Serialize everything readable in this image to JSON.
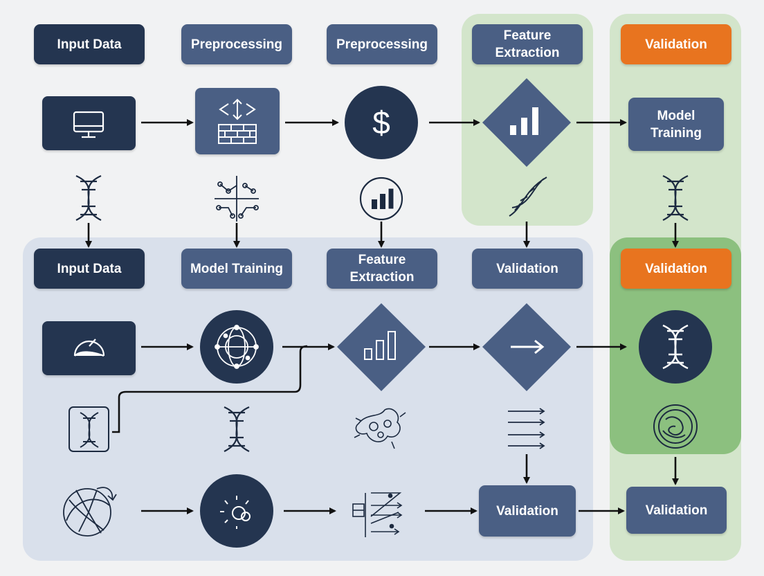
{
  "colors": {
    "navy": "#243550",
    "slate": "#4a5f84",
    "orange": "#e8741f",
    "green_light": "#d3e5cb",
    "green": "#8cc07f",
    "blue_region": "#d9e0eb",
    "arrow": "#111111"
  },
  "header_labels": [
    "Input Data",
    "Preprocessing",
    "Preprocessing",
    "Feature Extraction",
    "Validation"
  ],
  "mid_labels": [
    "Input Data",
    "Model Training",
    "Feature Extraction",
    "Validation",
    "Validation"
  ],
  "nodes": {
    "model_training": "Model Training",
    "validation_bottom_1": "Validation",
    "validation_bottom_2": "Validation"
  },
  "icons": [
    "monitor-icon",
    "bricks-icon",
    "dollar-icon",
    "bar-chart-icon",
    "dna-icon",
    "network-icon",
    "gauge-icon",
    "globe-icon",
    "right-arrow-icon",
    "sparkle-icon",
    "molecule-icon",
    "flow-lines-icon",
    "cell-icon",
    "sphere-icon"
  ]
}
